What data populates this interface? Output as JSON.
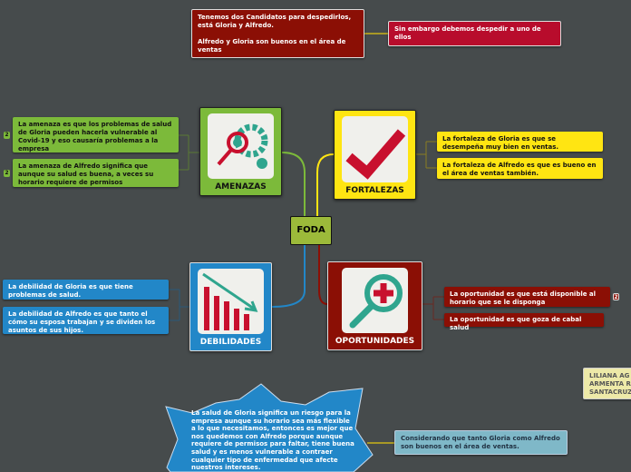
{
  "colors": {
    "background": "#464b4c",
    "amenazas": "#7cba3a",
    "fortalezas": "#ffe512",
    "debilidades": "#2287c8",
    "oportunidades": "#8b0f05",
    "accent_red": "#c8102e",
    "teal": "#2fa58e"
  },
  "intro": {
    "text1": "Tenemos dos Candidatos para despedirlos, está Gloria y Alfredo.",
    "text2": "Alfredo y Gloria son buenos en el área de ventas",
    "followup": "Sin embargo debemos despedir a uno de ellos"
  },
  "center": {
    "label": "FODA"
  },
  "amenazas": {
    "label": "AMENAZAS",
    "icon": "magnifier-gear-icon",
    "items": [
      {
        "text": "La amenaza es que los problemas de salud de Gloria pueden hacerla vulnerable al Covid-19 y eso causaría problemas a la empresa",
        "badge": "2"
      },
      {
        "text": "La amenaza de Alfredo significa que aunque su salud es buena, a veces su horario requiere de permisos",
        "badge": "2"
      }
    ]
  },
  "fortalezas": {
    "label": "FORTALEZAS",
    "icon": "checkmark-icon",
    "items": [
      {
        "text": "La fortaleza de Gloria es que se desempeña muy bien en ventas."
      },
      {
        "text": "La fortaleza de Alfredo es que es bueno en el área de ventas también."
      }
    ]
  },
  "debilidades": {
    "label": "DEBILIDADES",
    "icon": "declining-chart-icon",
    "items": [
      {
        "text": "La debilidad de Gloria es que tiene problemas de salud."
      },
      {
        "text": "La debilidad de Alfredo es que tanto el cómo su esposa trabajan y se dividen los asuntos de sus hijos."
      }
    ]
  },
  "oportunidades": {
    "label": "OPORTUNIDADES",
    "icon": "magnifier-plus-icon",
    "items": [
      {
        "text": "La oportunidad es que está disponible al horario que se le disponga",
        "badge": "2"
      },
      {
        "text": "La oportunidad es que goza de cabal salud"
      }
    ]
  },
  "conclusion": {
    "text": "La salud de Gloria significa un riesgo para la empresa aunque su horario sea más flexible a lo que necesitamos, entonces es mejor que nos quedemos con Alfredo porque aunque requiere de permisos para faltar, tiene buena salud y es menos vulnerable a contraer cualquier tipo de enfermedad que afecte nuestros intereses.",
    "note": "Considerando que tanto Gloria como Alfredo son buenos en el área de ventas."
  },
  "author_note": "LILIANA AG ARMENTA R SANTACRUZ"
}
